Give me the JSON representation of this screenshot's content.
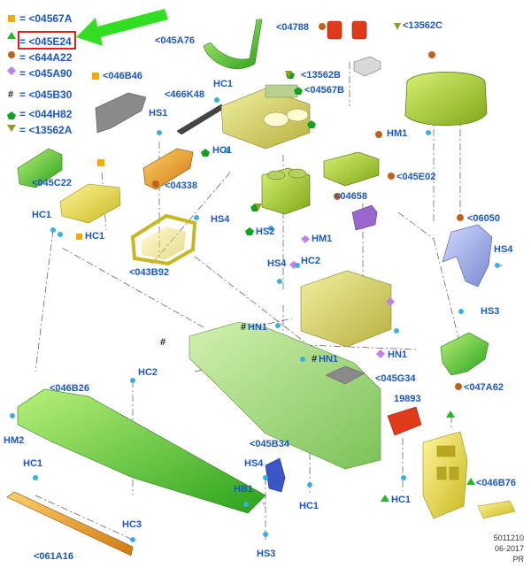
{
  "legend": {
    "items": [
      {
        "symbol": "square",
        "color": "#f2a900",
        "label": "= <04567A"
      },
      {
        "symbol": "triangle",
        "color": "#22bb22",
        "label": "= <045E24"
      },
      {
        "symbol": "circle",
        "color": "#c0621a",
        "label": "= <644A22"
      },
      {
        "symbol": "diamond",
        "color": "#c080e8",
        "label": "= <045A90"
      },
      {
        "symbol": "hash",
        "color": "#222222",
        "label": "= <045B30"
      },
      {
        "symbol": "pentagon",
        "color": "#14a020",
        "label": "= <044H82"
      },
      {
        "symbol": "down-triangle",
        "color": "#9a9a20",
        "label": "= <13562A"
      }
    ]
  },
  "parts": {
    "p046B46": "<046B46",
    "p045A76": "<045A76",
    "p04788": "<04788",
    "p13562C": "<13562C",
    "p13562B": "<13562B",
    "p04567B": "<04567B",
    "p466K48": "<466K48",
    "p045C22": "<045C22",
    "p04338": "<04338",
    "p045E02": "<045E02",
    "p04658": "<04658",
    "p043B92": "<043B92",
    "p06050": "<06050",
    "p045G34": "<045G34",
    "p047A62": "<047A62",
    "p046B26": "<046B26",
    "p045B34": "<045B34",
    "p046B76": "<046B76",
    "p061A16": "<061A16",
    "n19893": "19893",
    "hash_marker": "#"
  },
  "fasteners": {
    "HS1": "HS1",
    "HC1": "HC1",
    "HM1": "HM1",
    "HS4": "HS4",
    "HS2": "HS2",
    "HC2": "HC2",
    "HS3": "HS3",
    "HN1": "HN1",
    "HM2": "HM2",
    "HB1": "HB1",
    "HC3": "HC3"
  },
  "footer": {
    "code": "5011210",
    "date": "06-2017",
    "tag": "PR"
  },
  "colors": {
    "label_blue": "#1a57c7",
    "part_green": "#7acc3a",
    "part_yellow": "#e8e04a",
    "part_orange": "#d9821e",
    "part_blue": "#9aa8e0",
    "part_purple": "#9966cc",
    "part_grey": "#8a8a8a",
    "part_red": "#e03a1a",
    "highlight": "#e02020",
    "arrow_green": "#33dd22"
  }
}
